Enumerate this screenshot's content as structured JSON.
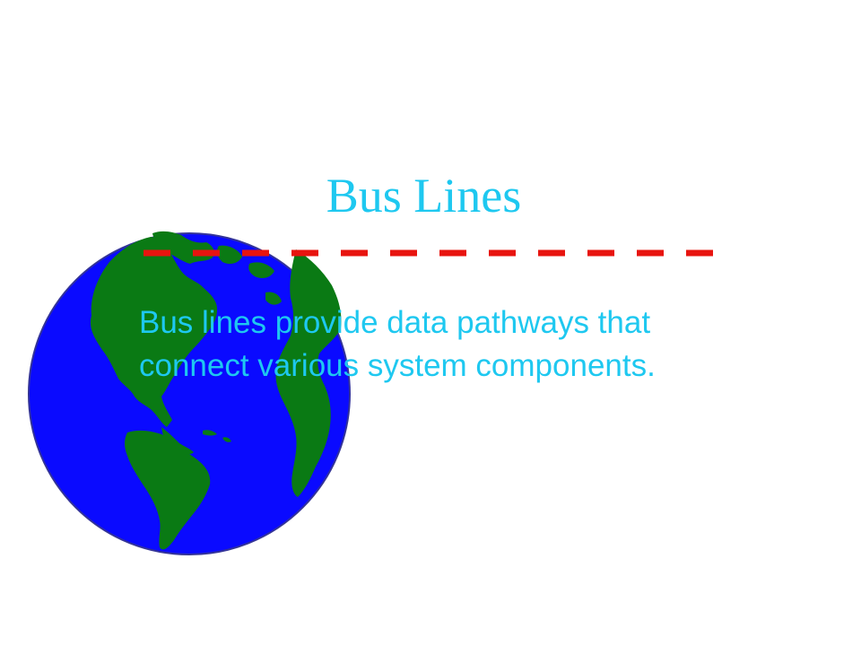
{
  "slide": {
    "title": "Bus Lines",
    "body": "Bus lines provide data pathways that connect various system components."
  },
  "colors": {
    "text": "#1ec8f0",
    "rule": "#e8140f",
    "ocean": "#0a0aff",
    "land": "#0a7a14",
    "background": "#ffffff"
  },
  "icons": {
    "globe": "earth-globe-icon",
    "rule": "dashed-divider"
  }
}
